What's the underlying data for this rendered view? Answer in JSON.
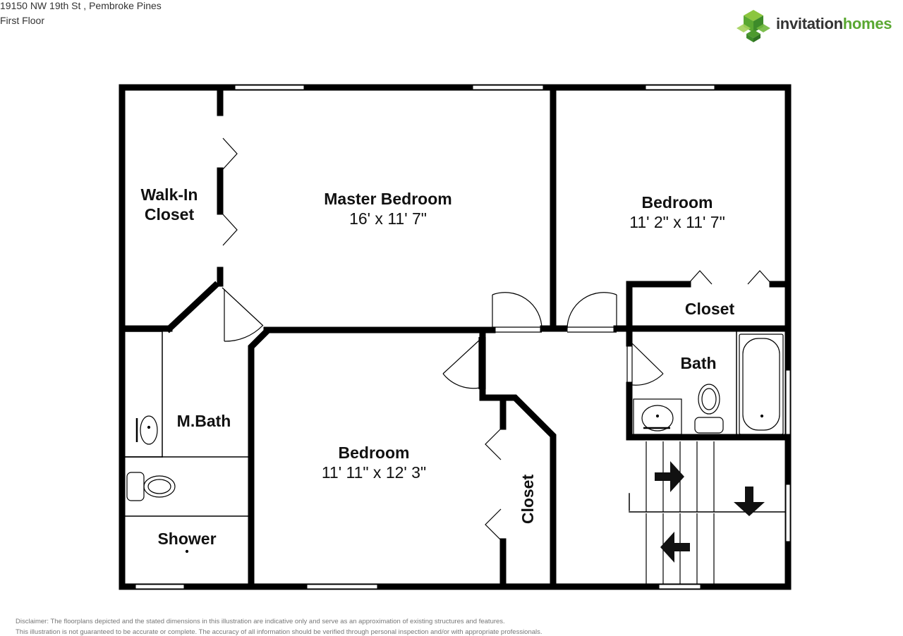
{
  "header": {
    "address": "19150 NW 19th St , Pembroke Pines",
    "floor": "First Floor"
  },
  "brand": {
    "name_part1": "invitation",
    "name_part2": "homes",
    "accent_color": "#5aa832",
    "logo_icon": "green-cube-logo-icon"
  },
  "rooms": {
    "master_bedroom": {
      "name": "Master Bedroom",
      "dims": "16' x 11' 7\""
    },
    "walk_in_closet": {
      "name_line1": "Walk-In",
      "name_line2": "Closet"
    },
    "bedroom_right": {
      "name": "Bedroom",
      "dims": "11' 2\" x 11' 7\""
    },
    "closet_right": {
      "name": "Closet"
    },
    "bath": {
      "name": "Bath"
    },
    "master_bath": {
      "name": "M.Bath"
    },
    "shower": {
      "name": "Shower"
    },
    "bedroom_center": {
      "name": "Bedroom",
      "dims": "11' 11\" x 12' 3\""
    },
    "closet_center": {
      "name": "Closet"
    }
  },
  "disclaimer": {
    "line1": "Disclaimer: The floorplans depicted and the stated dimensions in this illustration are indicative only and serve as an approximation of existing structures and features.",
    "line2": "This illustration is not guaranteed to be accurate or complete. The accuracy of all information should be verified through personal inspection and/or with appropriate professionals."
  }
}
